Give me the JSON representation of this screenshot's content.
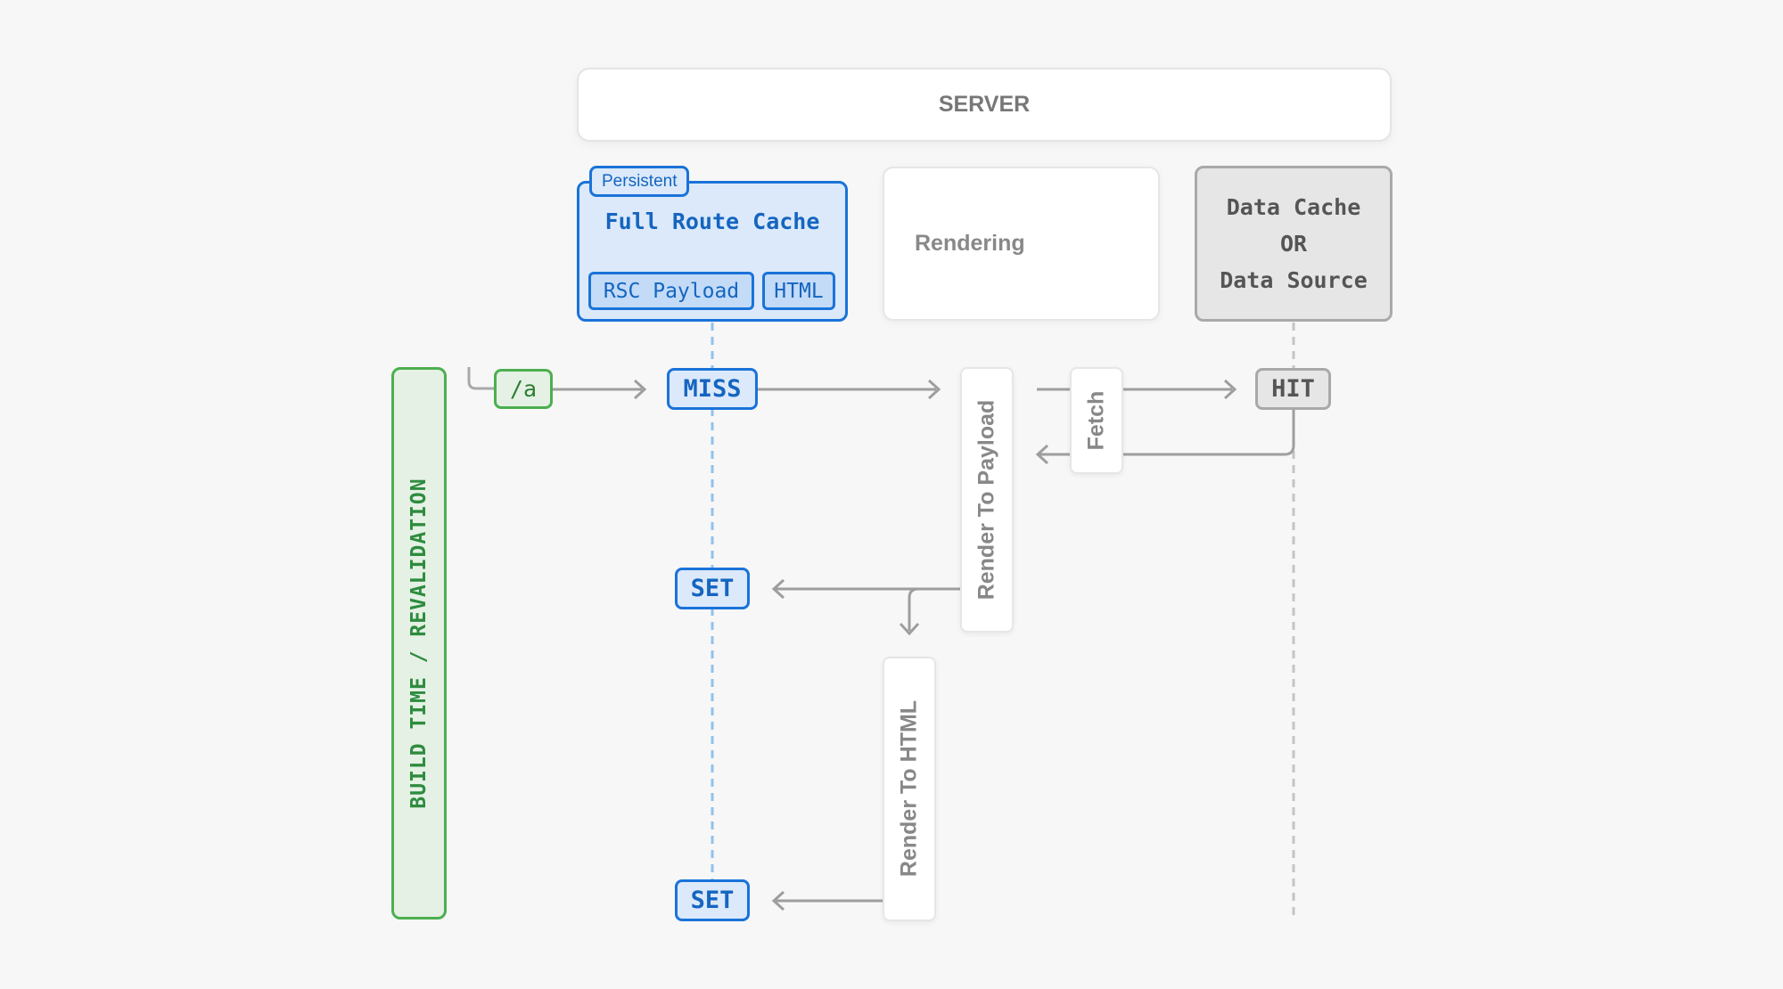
{
  "server": {
    "label": "SERVER"
  },
  "full_route_cache": {
    "tag": "Persistent",
    "title": "Full Route Cache",
    "items": [
      "RSC Payload",
      "HTML"
    ]
  },
  "rendering": {
    "label": "Rendering"
  },
  "data_cache": {
    "line1": "Data Cache",
    "line2": "OR",
    "line3": "Data Source"
  },
  "build_time": {
    "label": "BUILD TIME / REVALIDATION"
  },
  "route": {
    "label": "/a"
  },
  "statuses": {
    "miss": "MISS",
    "hit": "HIT",
    "set_payload": "SET",
    "set_html": "SET"
  },
  "steps": {
    "render_to_payload": "Render To Payload",
    "fetch": "Fetch",
    "render_to_html": "Render To HTML"
  },
  "colors": {
    "cache_blue": "#1a73d9",
    "build_green": "#4caf50",
    "data_gray": "#a9a9a9",
    "arrow_gray": "#9e9e9e"
  }
}
